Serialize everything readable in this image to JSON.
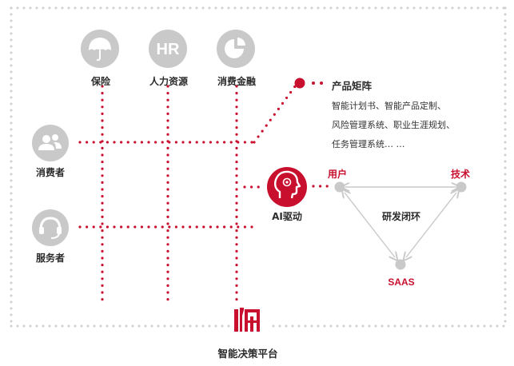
{
  "diagram": {
    "top_nodes": [
      {
        "label": "保险",
        "icon": "umbrella-icon"
      },
      {
        "label": "人力资源",
        "icon": "hr-icon",
        "icon_text": "HR"
      },
      {
        "label": "消费金融",
        "icon": "pie-chart-icon"
      }
    ],
    "left_nodes": [
      {
        "label": "消费者",
        "icon": "users-icon"
      },
      {
        "label": "服务者",
        "icon": "headset-icon"
      }
    ],
    "product_matrix": {
      "title": "产品矩阵",
      "lines": [
        "智能计划书、智能产品定制、",
        "风险管理系统、职业生涯规划、",
        "任务管理系统… …"
      ]
    },
    "ai_driver": {
      "label": "AI驱动",
      "icon": "ai-head-icon"
    },
    "loop": {
      "user_label": "用户",
      "tech_label": "技术",
      "saas_label": "SAAS",
      "center_label": "研发闭环"
    },
    "platform": {
      "label": "智能决策平台",
      "icon": "platform-logo-icon"
    },
    "colors": {
      "accent": "#c8102e",
      "gray": "#c9c9c9",
      "text": "#2b2b2b"
    }
  }
}
